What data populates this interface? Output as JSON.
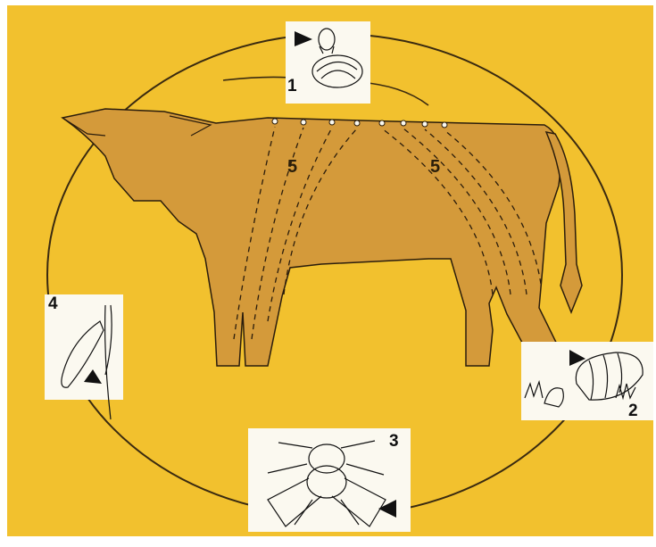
{
  "colors": {
    "background": "#f2c12e",
    "cow_body": "#d49a3a",
    "outline": "#2b1d0c",
    "panel": "#fbf9f0",
    "cycle_line": "#3a2a10"
  },
  "stages": [
    {
      "label": "1",
      "icon": "warble-larva-in-hide-icon"
    },
    {
      "label": "2",
      "icon": "pupa-on-ground-icon"
    },
    {
      "label": "3",
      "icon": "adult-warble-fly-icon"
    },
    {
      "label": "4",
      "icon": "egg-on-hair-icon"
    }
  ],
  "migration_labels": [
    "5",
    "5"
  ]
}
